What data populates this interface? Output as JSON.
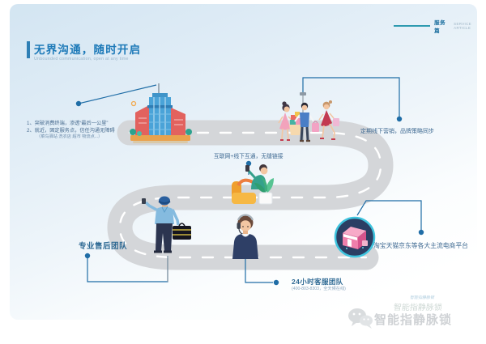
{
  "header": {
    "section": "服务篇",
    "section_en": "SERVICE ARTICLE"
  },
  "title": {
    "zh": "无界沟通，随时开启",
    "en": "Unbounded communication, open at any time"
  },
  "callouts": {
    "consumer_terminal": {
      "line1": "1、突破消费终端，渗透“最后一公里”",
      "line2": "2、就近，固定服务点，信任沟通无障碍",
      "line3": "（菜鸟驿站  洗衣店  超市  物流点...）"
    },
    "internet_offline": "互联网+线下互通，无缝链接",
    "offline_marketing": "定期线下营销，品牌策略同步",
    "aftersales_team": "专业售后团队",
    "service_24h": {
      "title": "24小时客服团队",
      "note": "(400-803-8303，全天候在线)"
    },
    "ecommerce_platforms": "淘宝天猫京东等各大主流电商平台"
  },
  "watermark": {
    "text_large": "智能指静脉锁",
    "text_mid": "智能指静脉锁",
    "text_small": "智能指静脉锁"
  },
  "colors": {
    "title_blue": "#1c79b8",
    "connector_blue": "#1f6da6",
    "road_gray": "#d4d6d9",
    "badge_navy": "#2b3e63",
    "badge_ring": "#3ec4de",
    "header_teal": "#2e9ab0"
  }
}
